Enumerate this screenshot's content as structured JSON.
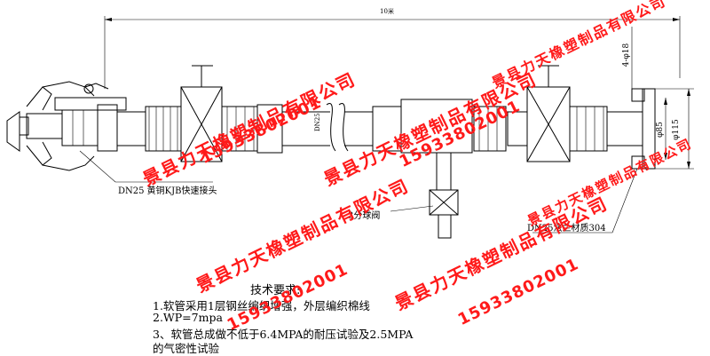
{
  "dimensions": {
    "overall_length": "10米",
    "hole_spec": "4-φ18",
    "diameter_bolt_circle": "φ85",
    "diameter_flange": "φ115"
  },
  "callouts": {
    "quick_coupling": "DN25 黄铜KJB快速接头",
    "ball_valve": "3分球阀",
    "flange": "DN25法兰材质304",
    "hose_label": "DN25"
  },
  "requirements": {
    "title": "技术要求:",
    "items": [
      "1.软管采用1层钢丝编织增强，外层编织棉线",
      "2.WP=7mpa",
      "3、软管总成做不低于6.4MPA的耐压试验及2.5MPA",
      "的气密性试验"
    ]
  },
  "watermark": {
    "company": "景县力天橡塑制品有限公司",
    "phone": "15933802001"
  },
  "colors": {
    "line": "#000000",
    "watermark": "#ff1a1a",
    "background": "#ffffff"
  }
}
